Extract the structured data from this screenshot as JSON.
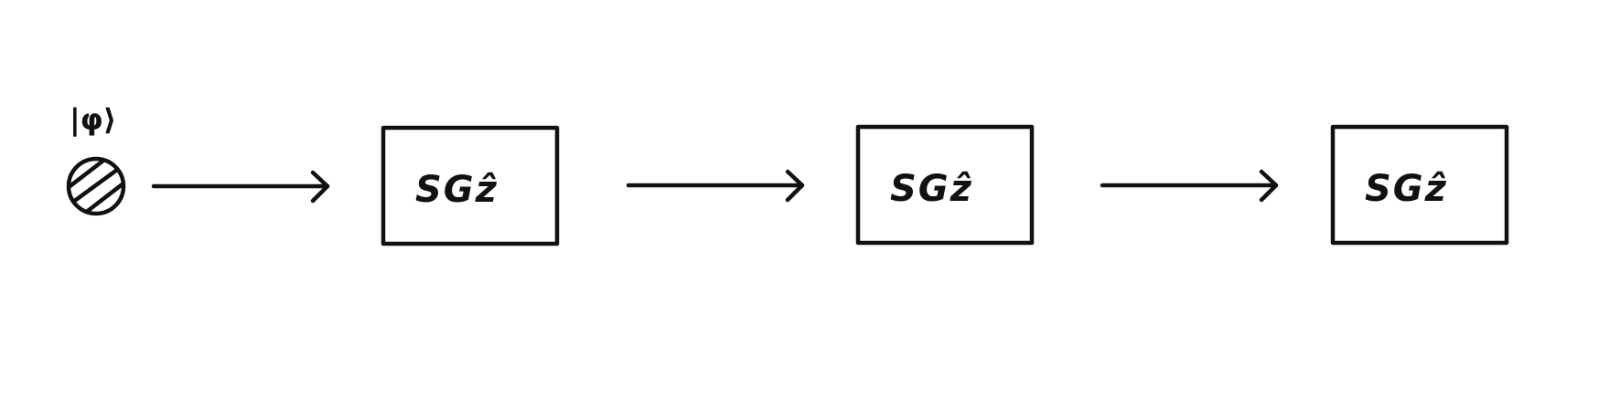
{
  "diagram": {
    "input_state": {
      "label": "|φ⟩",
      "icon": "hatched-circle-qubit-icon"
    },
    "boxes": [
      {
        "label": "SGẑ"
      },
      {
        "label": "SGẑ"
      },
      {
        "label": "SGẑ"
      }
    ],
    "arrows": [
      {
        "from": "input-state",
        "to": "box-1"
      },
      {
        "from": "box-1",
        "to": "box-2"
      },
      {
        "from": "box-2",
        "to": "box-3"
      }
    ],
    "stroke_color": "#111111",
    "background_color": "#ffffff"
  }
}
